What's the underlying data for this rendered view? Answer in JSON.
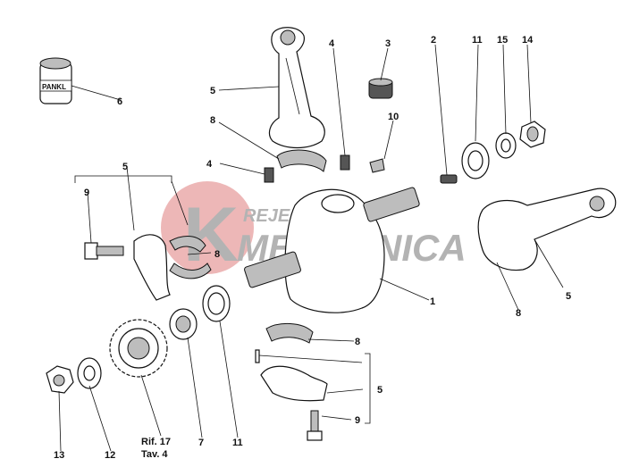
{
  "watermark": {
    "logo_letter": "K",
    "line1": "REJECTS",
    "line2": "MECCANICA"
  },
  "callouts": {
    "c1": "1",
    "c2": "2",
    "c3": "3",
    "c4a": "4",
    "c4b": "4",
    "c5a": "5",
    "c5b": "5",
    "c5c": "5",
    "c5d": "5",
    "c6": "6",
    "c7": "7",
    "c8a": "8",
    "c8b": "8",
    "c8c": "8",
    "c8d": "8",
    "c9a": "9",
    "c9b": "9",
    "c10": "10",
    "c11a": "11",
    "c11b": "11",
    "c12": "12",
    "c13": "13",
    "c14": "14",
    "c15": "15"
  },
  "reference": {
    "line1": "Rif. 17",
    "line2": "Tav. 4"
  },
  "part_marking": "PANKL"
}
